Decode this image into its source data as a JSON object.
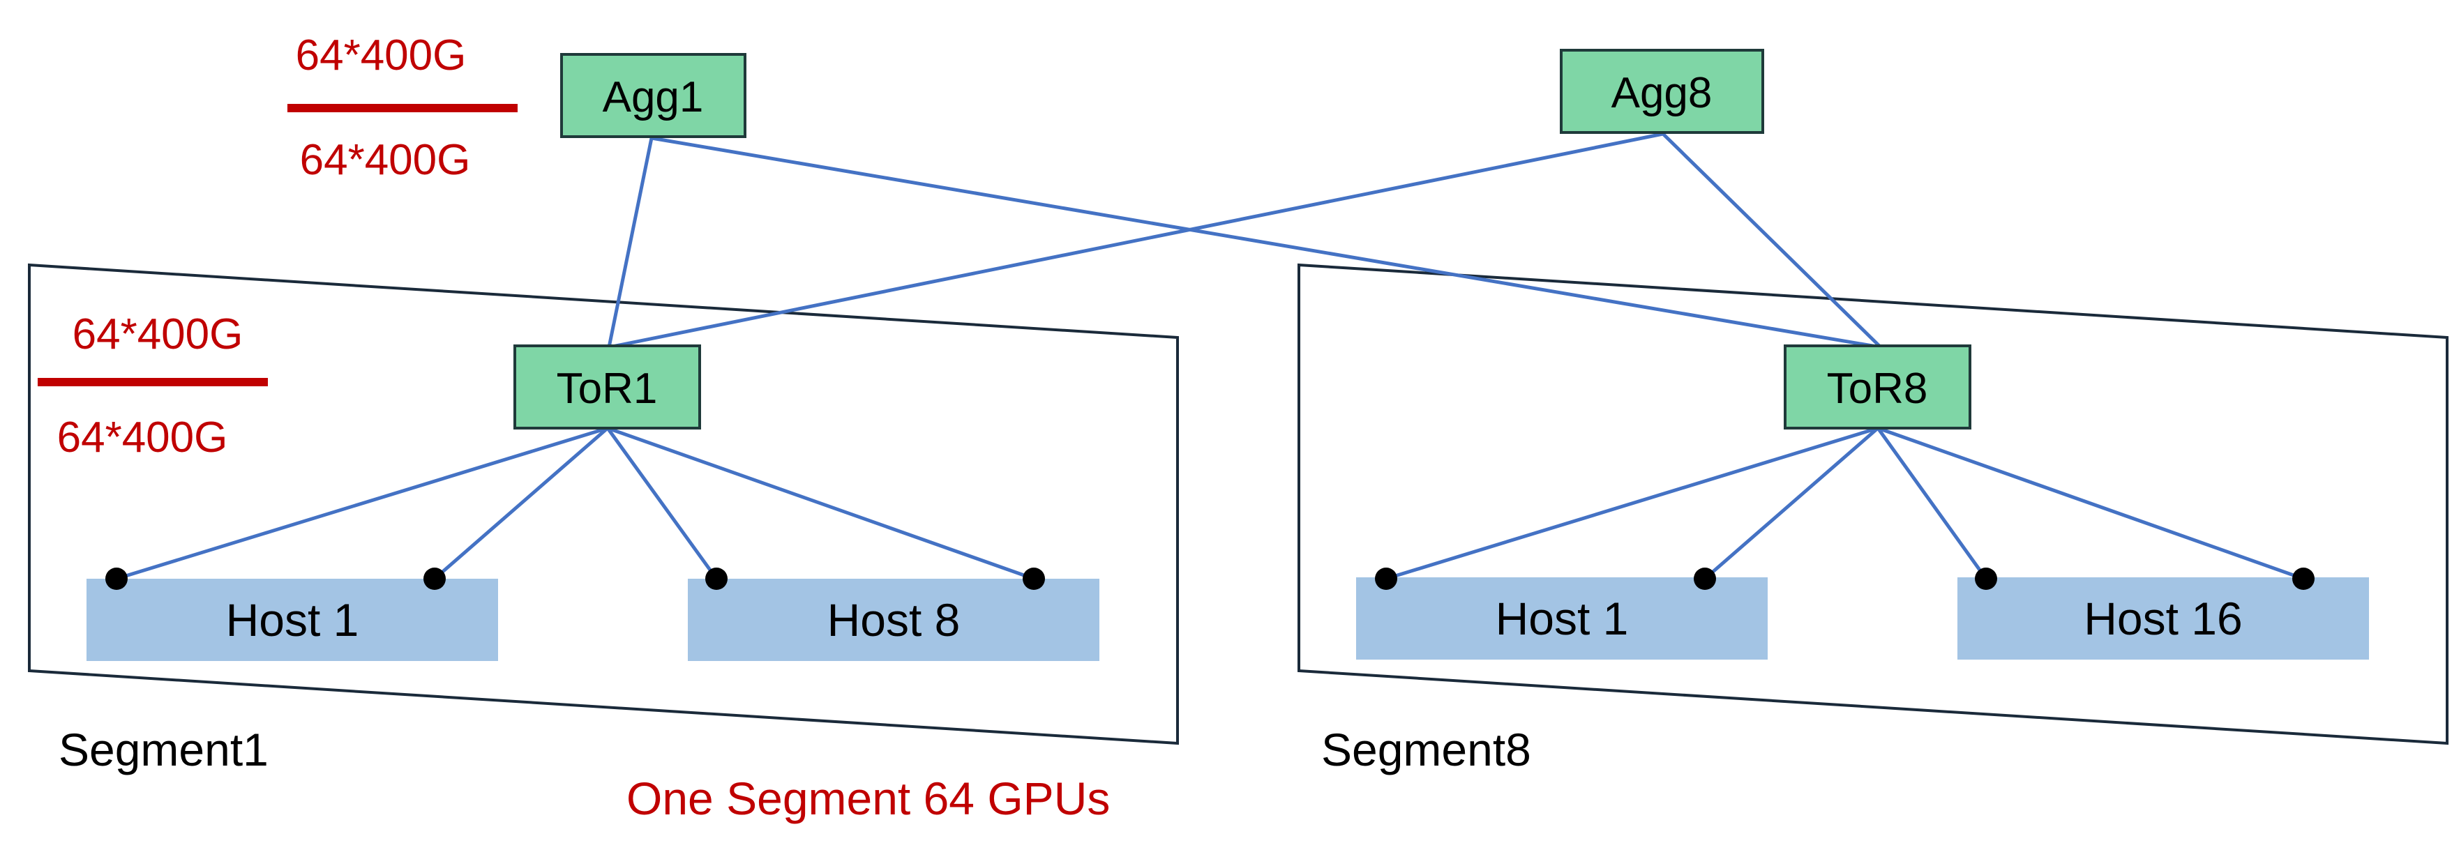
{
  "colors": {
    "switch_fill": "#7fd6a6",
    "switch_stroke": "#1f3a3a",
    "host_fill": "#a3c4e4",
    "link": "#4472c4",
    "ratio_red": "#c00000",
    "segment_border": "#1a2a3a"
  },
  "agg_switches": [
    {
      "label": "Agg1"
    },
    {
      "label": "Agg8"
    }
  ],
  "tor_switches": [
    {
      "label": "ToR1"
    },
    {
      "label": "ToR8"
    }
  ],
  "segments": [
    {
      "label": "Segment1",
      "hosts": [
        "Host 1",
        "Host 8"
      ]
    },
    {
      "label": "Segment8",
      "hosts": [
        "Host 1",
        "Host 16"
      ]
    }
  ],
  "ratios": {
    "agg": {
      "top": "64*400G",
      "bottom": "64*400G"
    },
    "tor": {
      "top": "64*400G",
      "bottom": "64*400G"
    }
  },
  "caption": "One Segment 64 GPUs"
}
